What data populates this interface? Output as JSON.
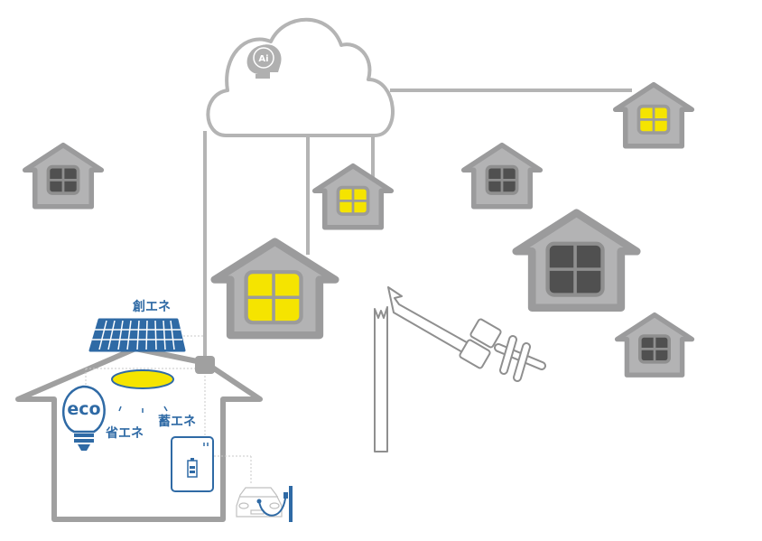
{
  "diagram": {
    "title": "AI cloud smart energy network",
    "cloud": {
      "icon": "ai-head-icon",
      "badge_text": "Ai"
    },
    "home": {
      "labels": {
        "create_energy": "創エネ",
        "save_energy": "省エネ",
        "store_energy": "蓄エネ",
        "eco_bulb": "eco"
      },
      "devices": [
        "solar-panel",
        "ceiling-light",
        "eco-bulb",
        "storage-battery",
        "electric-vehicle-charger"
      ]
    },
    "houses": [
      {
        "id": "house-left",
        "lit": false,
        "connected": false
      },
      {
        "id": "house-center-large",
        "lit": true,
        "connected": true
      },
      {
        "id": "house-center-small",
        "lit": true,
        "connected": true
      },
      {
        "id": "house-top-right",
        "lit": true,
        "connected": true
      },
      {
        "id": "house-mid-right",
        "lit": false,
        "connected": false
      },
      {
        "id": "house-right-large",
        "lit": false,
        "connected": false
      },
      {
        "id": "house-bottom-right",
        "lit": false,
        "connected": false
      }
    ],
    "broken_pole": {
      "icon": "broken-utility-pole-icon",
      "state": "fallen"
    },
    "colors": {
      "line_gray": "#b4b4b4",
      "house_fill": "#b3b3b4",
      "house_stroke": "#9b9b9c",
      "window_lit": "#f5e400",
      "window_dark": "#505050",
      "accent_blue": "#2f6aa5"
    }
  }
}
